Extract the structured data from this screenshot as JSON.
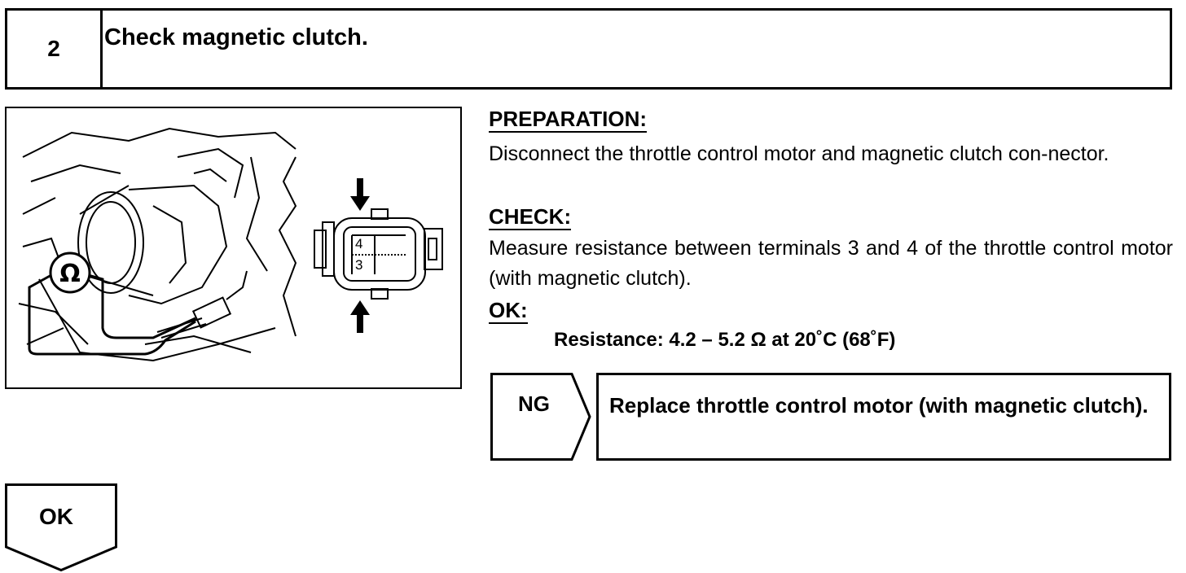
{
  "step": {
    "number": "2",
    "title": "Check magnetic clutch."
  },
  "figure": {
    "ohmmeter_symbol": "Ω",
    "terminal_top": "4",
    "terminal_bottom": "3"
  },
  "preparation": {
    "heading": "PREPARATION:",
    "text": "Disconnect the throttle control motor and magnetic clutch con-nector."
  },
  "check": {
    "heading": "CHECK:",
    "text": "Measure resistance between terminals 3 and 4 of the throttle control motor (with magnetic clutch)."
  },
  "ok_spec": {
    "heading": "OK:",
    "text": "Resistance: 4.2 – 5.2 Ω at 20˚C (68˚F)"
  },
  "ng_branch": {
    "label": "NG",
    "action": "Replace throttle control motor (with magnetic clutch)."
  },
  "ok_branch": {
    "label": "OK"
  }
}
